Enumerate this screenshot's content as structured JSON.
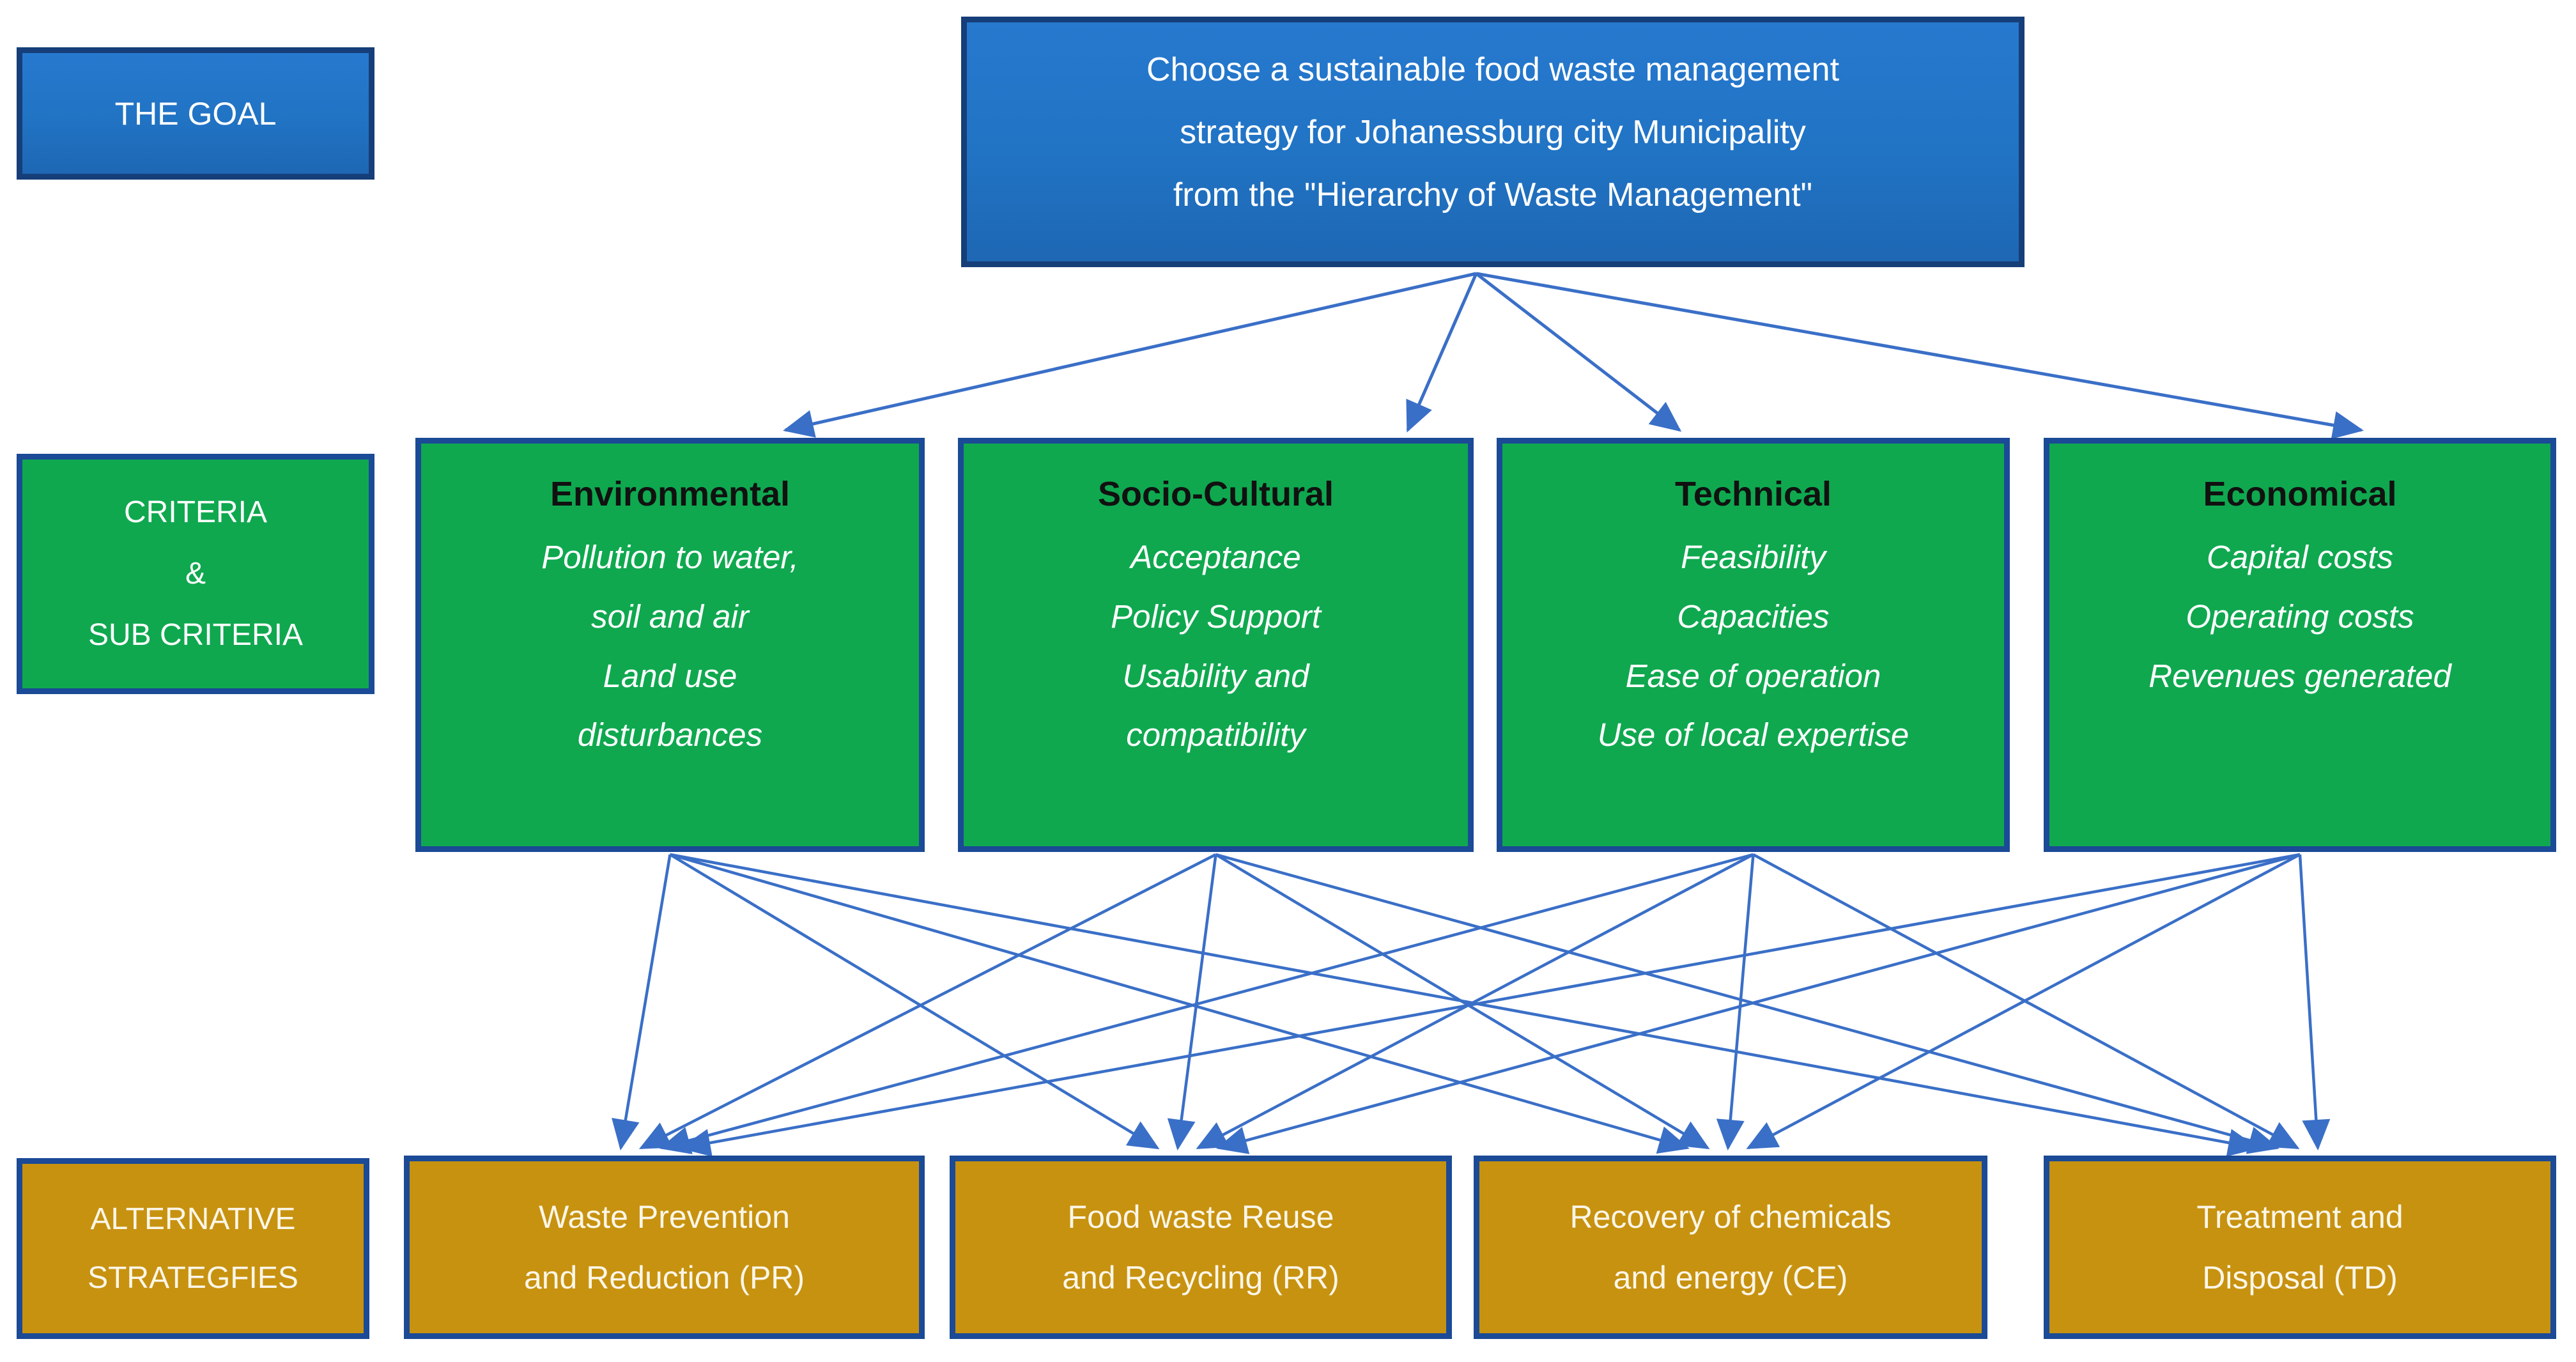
{
  "palette": {
    "goal_blue": "#2173C4",
    "criteria_green": "#0FA84F",
    "alternative_gold": "#C79210",
    "border_navy": "#1B4A96",
    "goal_border_navy": "#163E78",
    "arrow_blue": "#3A6FC7",
    "title_black": "#111111",
    "text_white": "#FFFFFF",
    "alt_text_cream": "#FBF6E8"
  },
  "goal_label": "THE GOAL",
  "goal": {
    "lines": [
      "Choose a sustainable food waste management",
      "strategy for Johanessburg city Municipality",
      "from the \"Hierarchy of Waste Management\""
    ]
  },
  "criteria_label_lines": [
    "CRITERIA",
    "&",
    "SUB CRITERIA"
  ],
  "criteria": [
    {
      "id": "env",
      "title": "Environmental",
      "sub_criteria": [
        "Pollution to water,",
        "soil and air",
        "Land use",
        "disturbances"
      ]
    },
    {
      "id": "socio",
      "title": "Socio-Cultural",
      "sub_criteria": [
        "Acceptance",
        "Policy Support",
        "Usability and",
        "compatibility"
      ]
    },
    {
      "id": "tech",
      "title": "Technical",
      "sub_criteria": [
        "Feasibility",
        "Capacities",
        "Ease of operation",
        "Use of local expertise"
      ]
    },
    {
      "id": "econ",
      "title": "Economical",
      "sub_criteria": [
        "Capital costs",
        "Operating costs",
        "Revenues generated"
      ]
    }
  ],
  "alternatives_label_lines": [
    "ALTERNATIVE",
    "STRATEGFIES"
  ],
  "alternatives": [
    {
      "id": "pr",
      "lines": [
        "Waste Prevention",
        "and Reduction (PR)"
      ]
    },
    {
      "id": "rr",
      "lines": [
        "Food waste Reuse",
        "and Recycling (RR)"
      ]
    },
    {
      "id": "ce",
      "lines": [
        "Recovery of chemicals",
        "and energy (CE)"
      ]
    },
    {
      "id": "td",
      "lines": [
        "Treatment and",
        "Disposal (TD)"
      ]
    }
  ],
  "edges": [
    {
      "from": "goal",
      "to": "env"
    },
    {
      "from": "goal",
      "to": "socio"
    },
    {
      "from": "goal",
      "to": "tech"
    },
    {
      "from": "goal",
      "to": "econ"
    },
    {
      "from": "env",
      "to": "pr"
    },
    {
      "from": "env",
      "to": "rr"
    },
    {
      "from": "env",
      "to": "ce"
    },
    {
      "from": "env",
      "to": "td"
    },
    {
      "from": "socio",
      "to": "pr"
    },
    {
      "from": "socio",
      "to": "rr"
    },
    {
      "from": "socio",
      "to": "ce"
    },
    {
      "from": "socio",
      "to": "td"
    },
    {
      "from": "tech",
      "to": "pr"
    },
    {
      "from": "tech",
      "to": "rr"
    },
    {
      "from": "tech",
      "to": "ce"
    },
    {
      "from": "tech",
      "to": "td"
    },
    {
      "from": "econ",
      "to": "pr"
    },
    {
      "from": "econ",
      "to": "rr"
    },
    {
      "from": "econ",
      "to": "ce"
    },
    {
      "from": "econ",
      "to": "td"
    }
  ]
}
